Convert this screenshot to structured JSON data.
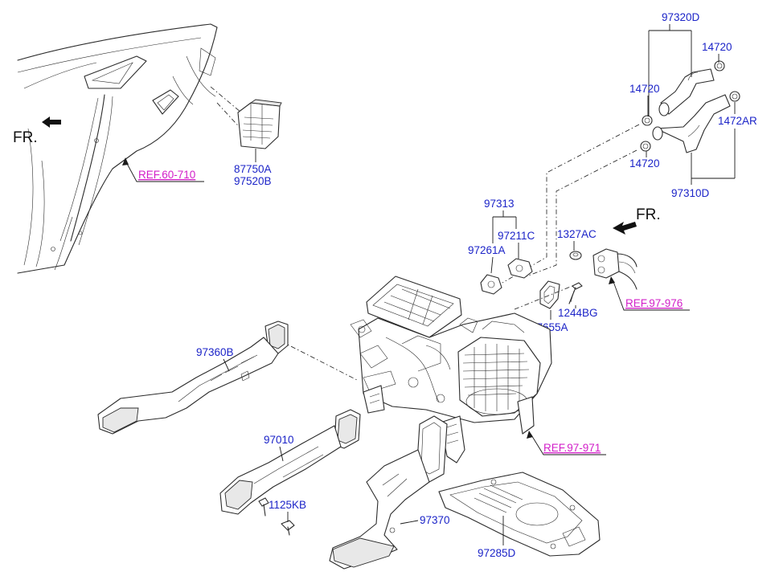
{
  "colors": {
    "part_number": "#1c24c8",
    "reference": "#d21fc8",
    "linework": "#2b2b2b",
    "background": "#ffffff"
  },
  "front_markers": [
    {
      "id": "fr-left",
      "text": "FR."
    },
    {
      "id": "fr-right",
      "text": "FR."
    }
  ],
  "references": [
    {
      "id": "ref-60-710",
      "text": "REF.60-710"
    },
    {
      "id": "ref-97-976",
      "text": "REF.97-976"
    },
    {
      "id": "ref-97-971",
      "text": "REF.97-971"
    }
  ],
  "part_labels": {
    "p97320D": "97320D",
    "p14720_a": "14720",
    "p14720_b": "14720",
    "p14720_c": "14720",
    "p1472AR": "1472AR",
    "p97310D": "97310D",
    "p87750A": "87750A",
    "p97520B": "97520B",
    "p97313": "97313",
    "p97261A": "97261A",
    "p97211C": "97211C",
    "p1327AC": "1327AC",
    "p1244BG": "1244BG",
    "p97655A": "97655A",
    "p97360B": "97360B",
    "p97010": "97010",
    "p1125KB": "1125KB",
    "p97370": "97370",
    "p97285D": "97285D"
  }
}
